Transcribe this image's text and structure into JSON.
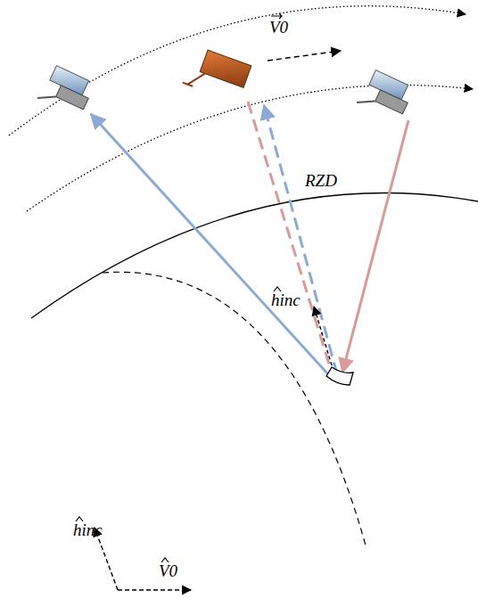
{
  "diagram": {
    "labels": [
      "V0",
      "RZD",
      "hinc",
      "hinc",
      "V0"
    ]
  }
}
